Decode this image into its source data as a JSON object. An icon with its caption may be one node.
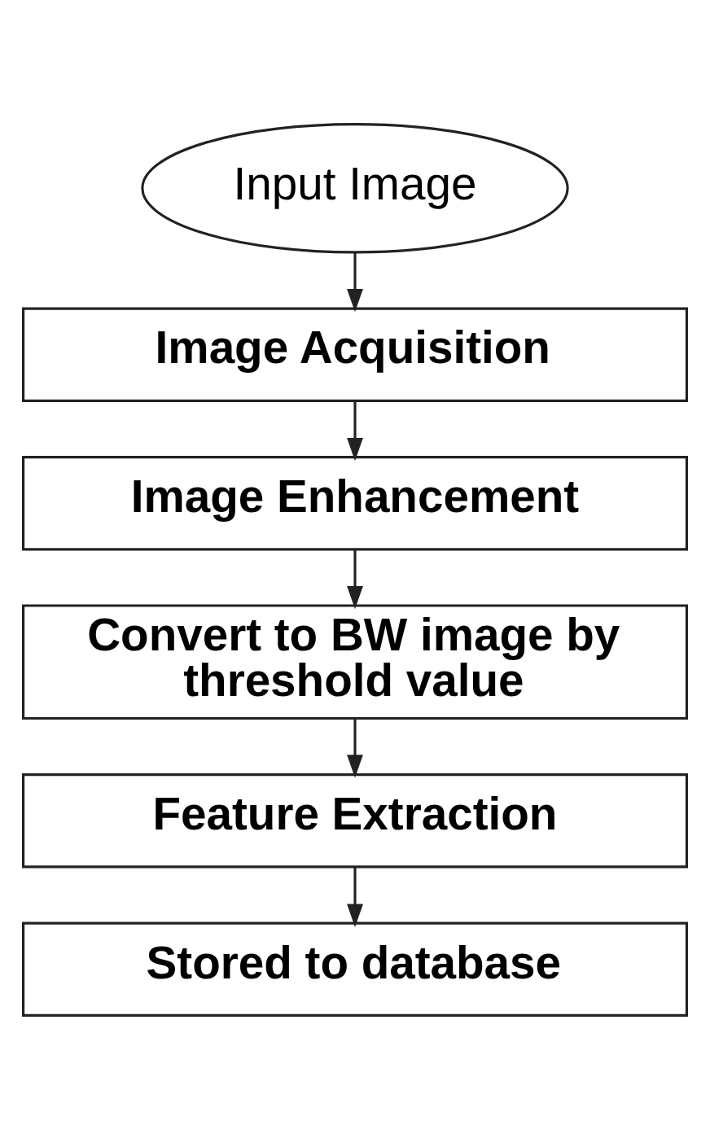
{
  "diagram": {
    "nodes": [
      {
        "text": [
          "Input Image"
        ]
      },
      {
        "text": [
          "Image Acquisition"
        ]
      },
      {
        "text": [
          "Image Enhancement"
        ]
      },
      {
        "text": [
          "Convert to BW image by threshold value"
        ]
      },
      {
        "text": [
          "Feature Extraction"
        ]
      },
      {
        "text": [
          "Stored to database"
        ]
      }
    ],
    "edges": [
      {
        "from": 0,
        "to": 1,
        "arrow": "to"
      },
      {
        "from": 1,
        "to": 2,
        "arrow": "to"
      },
      {
        "from": 2,
        "to": 3,
        "arrow": "to"
      },
      {
        "from": 3,
        "to": 4,
        "arrow": "to"
      },
      {
        "from": 4,
        "to": 5,
        "arrow": "to"
      }
    ]
  }
}
